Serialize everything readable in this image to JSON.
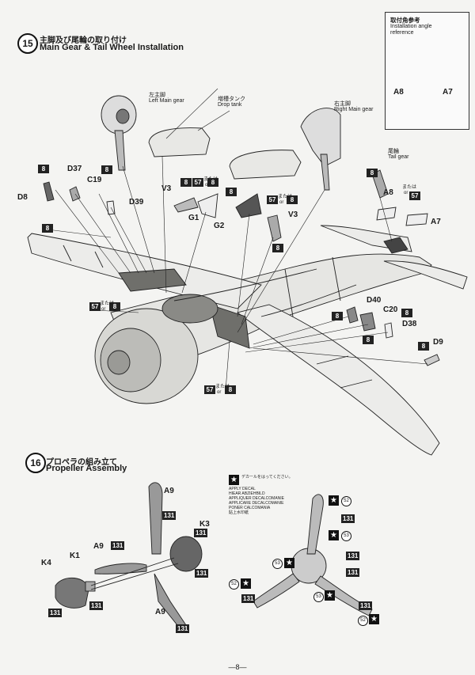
{
  "step15": {
    "number": "15",
    "title_jp": "主脚及び尾輪の取り付け",
    "title_en": "Main Gear & Tail Wheel Installation"
  },
  "inset": {
    "title_jp": "取付角参考",
    "title_en_1": "Installation angle",
    "title_en_2": "reference",
    "left_label": "A8",
    "right_label": "A7"
  },
  "callouts": {
    "left_main_jp": "左主脚",
    "left_main_en": "Left Main gear",
    "drop_tank_jp": "増槽タンク",
    "drop_tank_en": "Drop tank",
    "right_main_jp": "右主脚",
    "right_main_en": "Right Main gear",
    "tail_jp": "尾輪",
    "tail_en": "Tail gear"
  },
  "parts": {
    "d8": "D8",
    "d37": "D37",
    "c19": "C19",
    "d39": "D39",
    "v3a": "V3",
    "g1": "G1",
    "g2": "G2",
    "v3b": "V3",
    "a8": "A8",
    "a7": "A7",
    "d40": "D40",
    "c20": "C20",
    "d38": "D38",
    "d9": "D9"
  },
  "badges": {
    "b8": "8",
    "b57": "57",
    "b131": "131",
    "or_jp": "または",
    "or_en": "or"
  },
  "step16": {
    "number": "16",
    "title_jp": "プロペラの組み立て",
    "title_en": "Propeller Assembly"
  },
  "prop_parts": {
    "a9_top": "A9",
    "k3": "K3",
    "a9_mid": "A9",
    "k1": "K1",
    "k4": "K4",
    "a9_bot": "A9"
  },
  "decal_note": {
    "jp": "デカールをはってください。",
    "l1": "APPLY DECAL",
    "l2": "HIEAR ABZIEHBILD",
    "l3": "APPLIQUER DECALCOMANIE",
    "l4": "APPLICARE DECALCOMANIE",
    "l5": "PONER CALCOMANIA",
    "l6": "貼上水印紙"
  },
  "decals": {
    "d52": "52",
    "d53": "53"
  },
  "page_number": "―8―"
}
